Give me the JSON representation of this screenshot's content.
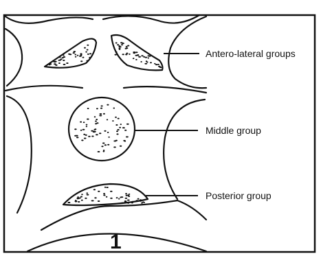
{
  "diagram": {
    "labels": {
      "antero_lateral": "Antero-lateral groups",
      "middle": "Middle group",
      "posterior": "Posterior group"
    },
    "figure_number": "1"
  }
}
